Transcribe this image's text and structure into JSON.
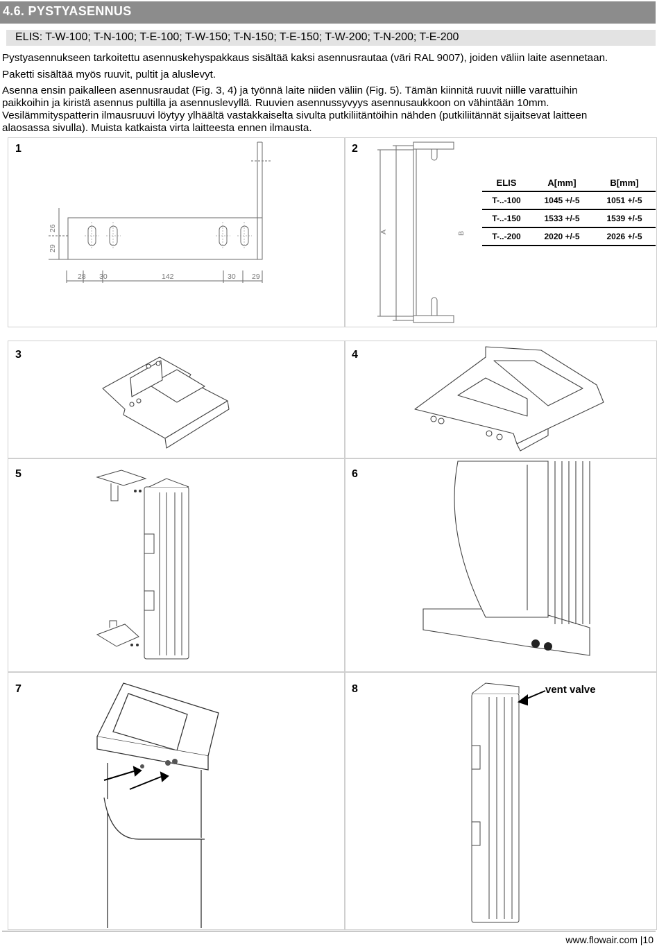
{
  "header": {
    "title": "4.6.  PYSTYASENNUS"
  },
  "models": "ELIS: T-W-100; T-N-100; T-E-100; T-W-150; T-N-150; T-E-150; T-W-200; T-N-200; T-E-200",
  "paragraphs": [
    "Pystyasennukseen tarkoitettu asennuskehyspakkaus sisältää kaksi asennusrautaa (väri RAL 9007), joiden väliin laite asennetaan.",
    "Paketti sisältää myös ruuvit, pultit ja aluslevyt.",
    "Asenna ensin paikalleen asennusraudat (Fig. 3, 4) ja työnnä laite niiden väliin (Fig. 5). Tämän kiinnitä ruuvit niille varattuihin",
    "paikkoihin ja kiristä asennus pultilla ja asennuslevyllä. Ruuvien asennussyvyys asennusaukkoon on vähintään 10mm.",
    "Vesilämmityspatterin ilmausruuvi löytyy ylhäältä vastakkaiselta sivulta putkiliitäntöihin nähden (putkiliitännät sijaitsevat laitteen",
    "alaosassa sivulla). Muista katkaista virta laitteesta ennen ilmausta."
  ],
  "figures": {
    "f1": "1",
    "f2": "2",
    "f3": "3",
    "f4": "4",
    "f5": "5",
    "f6": "6",
    "f7": "7",
    "f8": "8"
  },
  "fig1_dims": {
    "vertical": [
      "29",
      "26"
    ],
    "horizontal": [
      "28",
      "30",
      "142",
      "30",
      "29"
    ]
  },
  "fig2_labels": {
    "a": "A",
    "b": "B"
  },
  "table": {
    "headers": [
      "ELIS",
      "A[mm]",
      "B[mm]"
    ],
    "rows": [
      [
        "T-..-100",
        "1045  +/-5",
        "1051 +/-5"
      ],
      [
        "T-..-150",
        "1533 +/-5",
        "1539 +/-5"
      ],
      [
        "T-..-200",
        "2020 +/-5",
        "2026 +/-5"
      ]
    ]
  },
  "fig8_label": "vent valve",
  "footer": "www.flowair.com  |10"
}
